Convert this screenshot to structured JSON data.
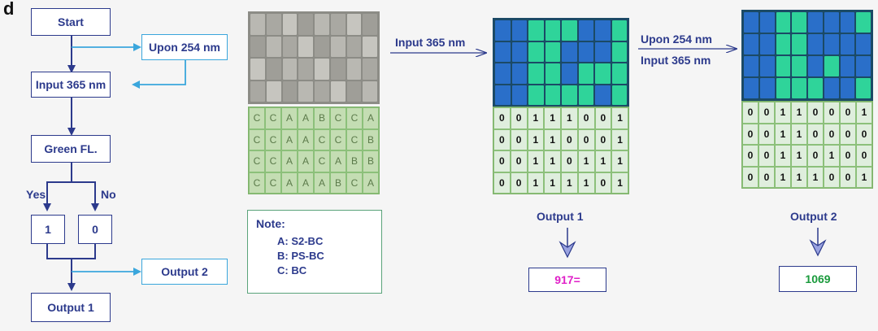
{
  "panel_letter": "d",
  "flowchart": {
    "start": "Start",
    "upon_254": "Upon 254 nm",
    "input_365": "Input 365 nm",
    "green_fl": "Green FL.",
    "yes": "Yes",
    "no": "No",
    "one": "1",
    "zero": "0",
    "output_2": "Output 2",
    "output_1": "Output 1"
  },
  "sample": {
    "letter_grid": [
      [
        "C",
        "C",
        "A",
        "A",
        "B",
        "C",
        "C",
        "A"
      ],
      [
        "C",
        "C",
        "A",
        "A",
        "C",
        "C",
        "C",
        "B"
      ],
      [
        "C",
        "C",
        "A",
        "A",
        "C",
        "A",
        "B",
        "B"
      ],
      [
        "C",
        "C",
        "A",
        "A",
        "A",
        "B",
        "C",
        "A"
      ]
    ],
    "note": {
      "title": "Note:",
      "items": [
        "A: S2-BC",
        "B: PS-BC",
        "C: BC"
      ]
    }
  },
  "step1": {
    "arrow_label": "Input 365 nm",
    "bit_grid": [
      [
        "0",
        "0",
        "1",
        "1",
        "1",
        "0",
        "0",
        "1"
      ],
      [
        "0",
        "0",
        "1",
        "1",
        "0",
        "0",
        "0",
        "1"
      ],
      [
        "0",
        "0",
        "1",
        "1",
        "0",
        "1",
        "1",
        "1"
      ],
      [
        "0",
        "0",
        "1",
        "1",
        "1",
        "1",
        "0",
        "1"
      ]
    ],
    "output_label": "Output 1",
    "output_value": "917=",
    "output_color": "#e020c8"
  },
  "step2": {
    "arrow_label_top": "Upon 254 nm",
    "arrow_label_bottom": "Input 365 nm",
    "bit_grid": [
      [
        "0",
        "0",
        "1",
        "1",
        "0",
        "0",
        "0",
        "1"
      ],
      [
        "0",
        "0",
        "1",
        "1",
        "0",
        "0",
        "0",
        "0"
      ],
      [
        "0",
        "0",
        "1",
        "1",
        "0",
        "1",
        "0",
        "0"
      ],
      [
        "0",
        "0",
        "1",
        "1",
        "1",
        "0",
        "0",
        "1"
      ]
    ],
    "output_label": "Output 2",
    "output_value": "1069",
    "output_color": "#1a9a3c"
  },
  "colors": {
    "navy": "#2c3a8c",
    "cyan": "#3aa6dc",
    "green_border": "#5aa37a",
    "grid_green": "#c4ddb3"
  }
}
